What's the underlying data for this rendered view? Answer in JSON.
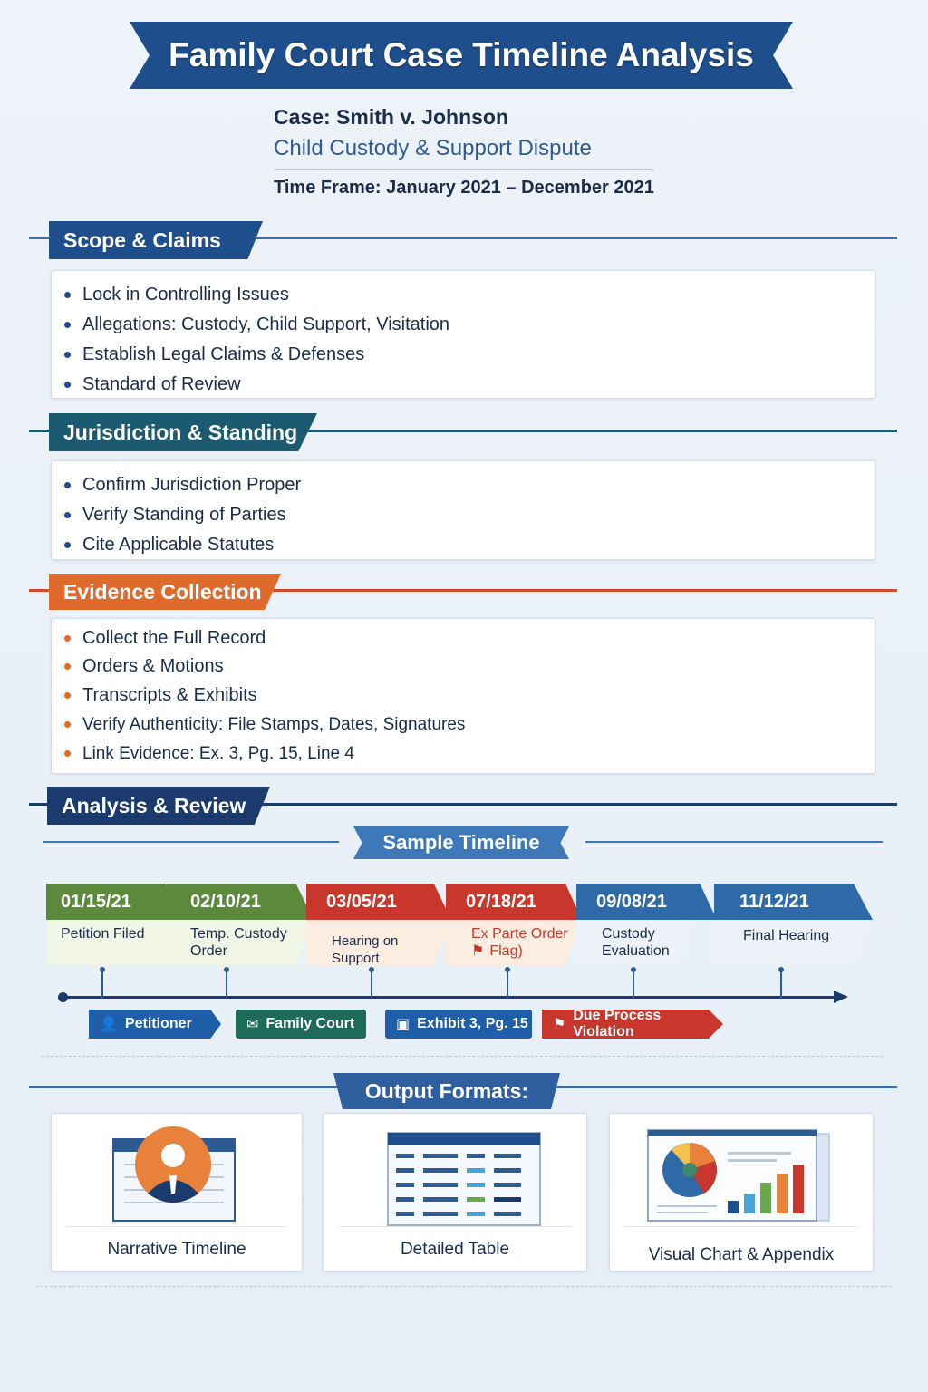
{
  "header": {
    "title": "Family Court Case Timeline Analysis",
    "case": "Case: Smith v. Johnson",
    "subtitle": "Child Custody & Support Dispute",
    "time_frame": "Time Frame: January 2021 – December 2021"
  },
  "sections": {
    "scope": {
      "title": "Scope & Claims",
      "items": [
        "Lock in Controlling Issues",
        "Allegations: Custody, Child Support, Visitation",
        "Establish Legal Claims & Defenses",
        "Standard of Review"
      ]
    },
    "jurisdiction": {
      "title": "Jurisdiction & Standing",
      "items": [
        "Confirm Jurisdiction Proper",
        "Verify Standing of Parties",
        "Cite Applicable Statutes"
      ]
    },
    "evidence": {
      "title": "Evidence Collection",
      "items": [
        "Collect the Full Record",
        "Orders & Motions",
        "Transcripts & Exhibits",
        "Verify Authenticity: File Stamps, Dates, Signatures",
        "Link Evidence: Ex. 3, Pg. 15, Line 4"
      ]
    },
    "analysis": {
      "title": "Analysis & Review",
      "sample_timeline": "Sample Timeline"
    }
  },
  "timeline": [
    {
      "date": "01/15/21",
      "label": "Petition Filed",
      "color": "#5b8a3c"
    },
    {
      "date": "02/10/21",
      "label": "Temp. Custody Order",
      "color": "#5b8a3c"
    },
    {
      "date": "03/05/21",
      "label": "Hearing on Support",
      "color": "#c9362b"
    },
    {
      "date": "07/18/21",
      "label": "Ex Parte Order",
      "flag": "Flag)",
      "color": "#c9362b"
    },
    {
      "date": "09/08/21",
      "label": "Custody Evaluation",
      "color": "#2f6aa8"
    },
    {
      "date": "11/12/21",
      "label": "Final Hearing",
      "color": "#2f6aa8"
    }
  ],
  "chips": {
    "petitioner": "Petitioner",
    "family_court": "Family Court",
    "exhibit": "Exhibit 3, Pg. 15",
    "violation": "Due Process Violation"
  },
  "outputs": {
    "title": "Output Formats:",
    "narrative": "Narrative Timeline",
    "table": "Detailed Table",
    "chart": "Visual Chart & Appendix"
  },
  "icons": [
    "person-icon",
    "envelope-icon",
    "document-icon",
    "flag-icon",
    "profile-document-icon",
    "table-icon",
    "chart-report-icon"
  ]
}
